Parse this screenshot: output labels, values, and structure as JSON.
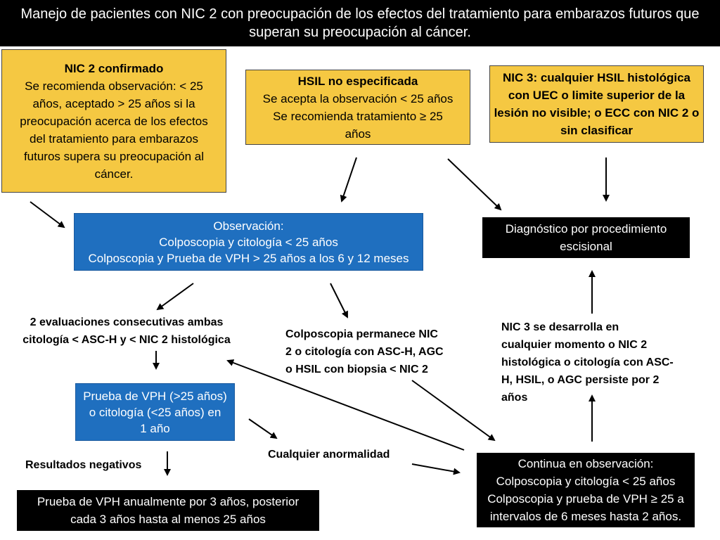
{
  "title": {
    "line1": "Manejo de pacientes con NIC 2 con preocupación de los efectos del tratamiento para embarazos futuros que",
    "line2": "superan su preocupación al cáncer."
  },
  "box_nic2": {
    "heading": "NIC 2 confirmado",
    "l1": "Se recomienda observación: < 25",
    "l2": "años, aceptado > 25 años si la",
    "l3": "preocupación acerca de los efectos",
    "l4": "del tratamiento para embarazos",
    "l5": "futuros supera su preocupación al",
    "l6": "cáncer."
  },
  "box_hsil": {
    "heading": "HSIL no especificada",
    "l1": "Se acepta la observación < 25 años",
    "l2": "Se recomienda tratamiento ≥ 25",
    "l3": "años"
  },
  "box_nic3": {
    "l1": "NIC 3: cualquier HSIL histológica",
    "l2": "con UEC o limite superior de la",
    "l3": "lesión no visible; o ECC con NIC 2 o",
    "l4": "sin clasificar"
  },
  "box_observacion": {
    "l1": "Observación:",
    "l2": "Colposcopia y citología < 25 años",
    "l3": "Colposcopia y Prueba de VPH > 25 años a los 6 y 12 meses"
  },
  "box_diagnostico": {
    "l1": "Diagnóstico por procedimiento",
    "l2": "escisional"
  },
  "label_dos_evaluaciones": {
    "l1": "2 evaluaciones consecutivas ambas",
    "l2": "citología < ASC-H y < NIC 2 histológica"
  },
  "label_colposcopia_permanece": {
    "l1": "Colposcopia permanece NIC",
    "l2": "2 o citología con ASC-H, AGC",
    "l3": "o HSIL con biopsia < NIC 2"
  },
  "label_nic3_desarrolla": {
    "l1": "NIC 3 se desarrolla en",
    "l2": "cualquier momento o NIC 2",
    "l3": "histológica o citología con ASC-",
    "l4": "H, HSIL, o AGC persiste por 2",
    "l5": "años"
  },
  "box_prueba_vph": {
    "l1": "Prueba de VPH (>25 años)",
    "l2": "o citología (<25 años) en",
    "l3": "1 año"
  },
  "label_cualquier_anormalidad": "Cualquier anormalidad",
  "label_resultados_negativos": "Resultados negativos",
  "box_prueba_anual": {
    "l1": "Prueba de VPH anualmente por 3 años, posterior",
    "l2": "cada 3 años hasta al menos 25 años"
  },
  "box_continua": {
    "l1": "Continua en observación:",
    "l2": "Colposcopia y citología < 25 años",
    "l3": "Colposcopia y prueba de VPH ≥ 25 a",
    "l4": "intervalos de 6 meses hasta 2 años."
  },
  "colors": {
    "yellow_box": "#f5c842",
    "blue_box": "#1f6fbf",
    "black_box": "#000000"
  }
}
